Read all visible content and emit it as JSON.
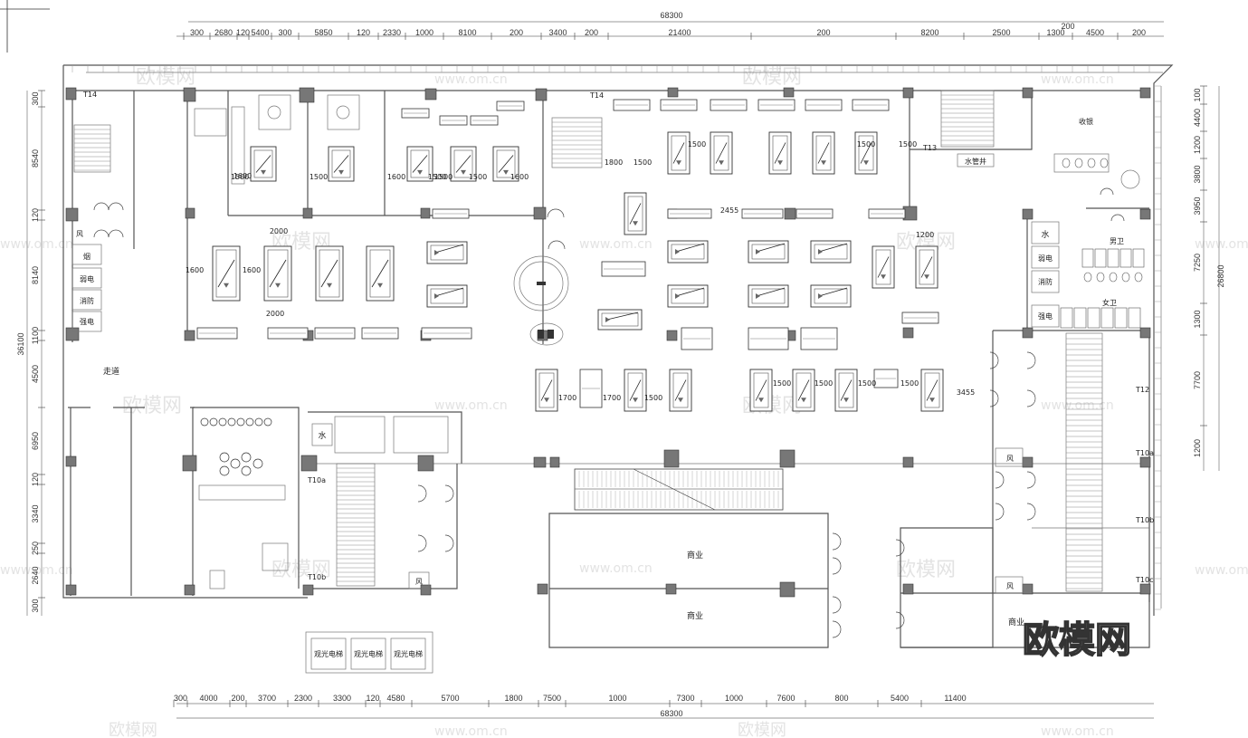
{
  "dimensions": {
    "total_top": "68300",
    "total_bottom": "68300",
    "top_segments": [
      "300",
      "2680",
      "120",
      "5400",
      "300",
      "5850",
      "120",
      "2330",
      "1000",
      "8100",
      "200",
      "3400",
      "200",
      "21400",
      "200",
      "8200",
      "2500",
      "1300",
      "4500",
      "200"
    ],
    "top_extra": "200",
    "bottom_segments": [
      "300",
      "4000",
      "200",
      "3700",
      "2300",
      "3300",
      "120",
      "4580",
      "5700",
      "1800",
      "7500",
      "1000",
      "7300",
      "1000",
      "7600",
      "800",
      "5400",
      "11400"
    ],
    "left_total": "36100",
    "left_segments": [
      "300",
      "8540",
      "120",
      "8140",
      "1100",
      "4500",
      "6950",
      "120",
      "3340",
      "250",
      "2640",
      "300"
    ],
    "right_total": "26800",
    "right_segments": [
      "100",
      "4400",
      "1200",
      "3800",
      "3950",
      "7250",
      "1300",
      "7700",
      "1200"
    ]
  },
  "rooms": {
    "corridor": "走道",
    "commercial_1": "商业",
    "commercial_2": "商业",
    "commercial_3": "商业",
    "water_well": "水管井",
    "water_1": "水",
    "water_2": "水",
    "male_wc": "男卫",
    "female_wc": "女卫",
    "wind_1": "风",
    "wind_2": "风",
    "wind_3": "风",
    "wind_4": "风",
    "weak_elec_1": "弱电",
    "weak_elec_2": "强电",
    "weak_elec_3": "弱电",
    "weak_elec_4": "强电",
    "fire_1": "消防",
    "fire_2": "消防",
    "shaft_label": "烟",
    "cashier": "收银",
    "elevator_1": "观光电梯",
    "elevator_2": "观光电梯",
    "elevator_3": "观光电梯"
  },
  "inner_dims": [
    "1600",
    "1600",
    "1500",
    "1500",
    "1600",
    "1500",
    "1500",
    "1600",
    "1600",
    "1500",
    "1700",
    "1700",
    "1500",
    "1500",
    "1500",
    "1500",
    "1500",
    "1500",
    "1500",
    "2000",
    "2000",
    "1800",
    "1200",
    "2455",
    "3455",
    "1500",
    "1500"
  ],
  "stair_tags": [
    "T14",
    "T14",
    "T13",
    "T12",
    "T10a",
    "T10b",
    "T10a",
    "T10b",
    "T10c"
  ],
  "watermark": {
    "brand": "欧模网",
    "url": "www.om.cn"
  }
}
